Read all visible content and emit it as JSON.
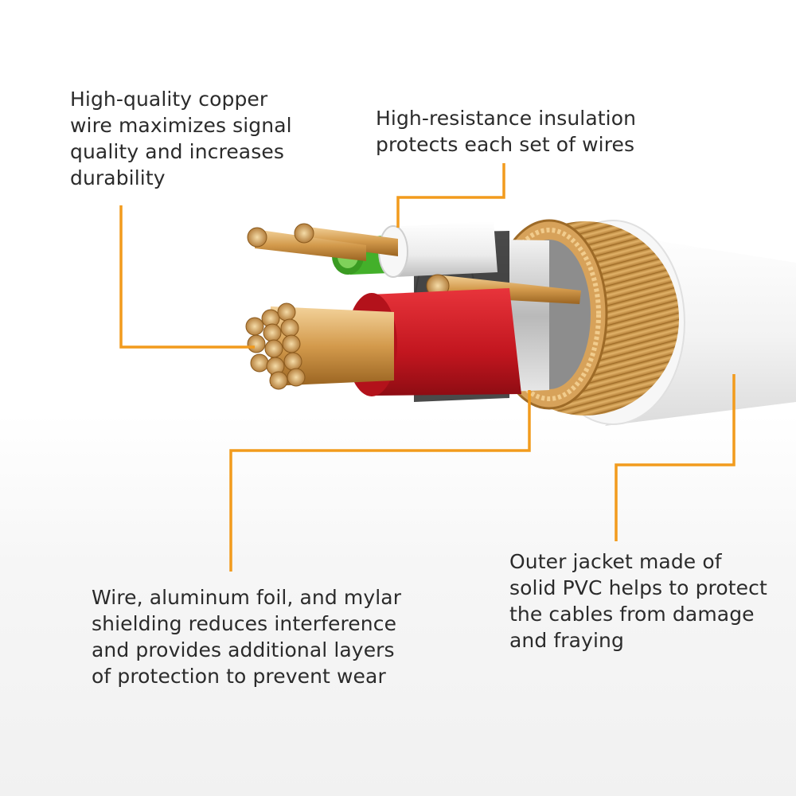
{
  "callouts": {
    "copper": {
      "lines": [
        "High-quality copper",
        "wire maximizes signal",
        "quality and increases",
        "durability"
      ]
    },
    "insulation": {
      "lines": [
        "High-resistance insulation",
        "protects each set of wires"
      ]
    },
    "shielding": {
      "lines": [
        "Wire, aluminum foil, and mylar",
        "shielding reduces interference",
        "and provides additional layers",
        "of protection to prevent wear"
      ]
    },
    "jacket": {
      "lines": [
        "Outer jacket made of",
        "solid PVC helps to protect",
        "the cables from damage",
        "and fraying"
      ]
    }
  },
  "colors": {
    "leader_line": "#f29b1d",
    "copper": "#d9a45a",
    "red_insulation": "#d0202a",
    "green_insulation": "#43b02a",
    "white_insulation": "#f4f4f4",
    "outer_jacket": "#fafafa"
  }
}
